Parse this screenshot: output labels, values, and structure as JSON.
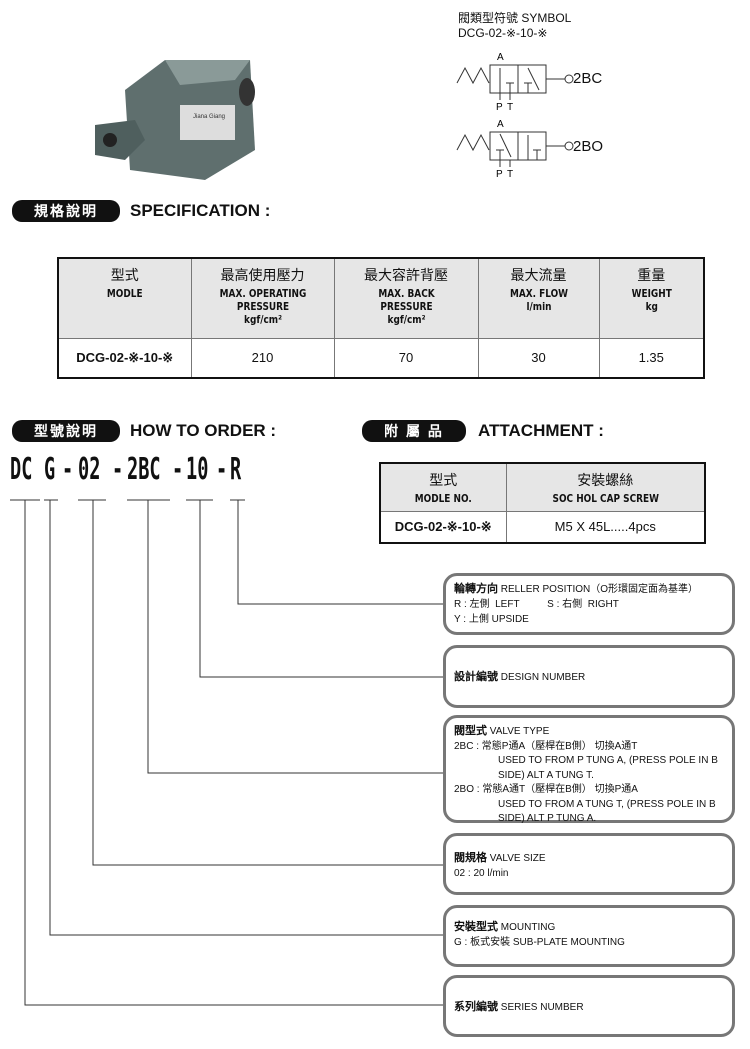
{
  "symbol": {
    "title": "閥類型符號 SYMBOL",
    "code": "DCG-02-※-10-※",
    "port_a": "A",
    "port_p": "P",
    "port_t": "T",
    "variants": [
      "2BC",
      "2BO"
    ]
  },
  "product_label": "Jiana Giang",
  "specification": {
    "pill": "規格說明",
    "title": "SPECIFICATION :",
    "headers": [
      {
        "zh": "型式",
        "en": [
          "MODLE"
        ]
      },
      {
        "zh": "最高使用壓力",
        "en": [
          "MAX. OPERATING",
          "PRESSURE",
          "kgf/cm²"
        ]
      },
      {
        "zh": "最大容許背壓",
        "en": [
          "MAX. BACK",
          "PRESSURE",
          "kgf/cm²"
        ]
      },
      {
        "zh": "最大流量",
        "en": [
          "MAX. FLOW",
          "l/min"
        ]
      },
      {
        "zh": "重量",
        "en": [
          "WEIGHT",
          "kg"
        ]
      }
    ],
    "row": [
      "DCG-02-※-10-※",
      "210",
      "70",
      "30",
      "1.35"
    ]
  },
  "how_to_order": {
    "pill": "型號說明",
    "title": "HOW TO ORDER :",
    "code_parts": [
      "DC",
      "G",
      "-",
      "02",
      "-",
      "2BC",
      "-",
      "10",
      "-",
      "R"
    ]
  },
  "attachment": {
    "pill": "附 屬 品",
    "title": "ATTACHMENT :",
    "headers": [
      {
        "zh": "型式",
        "en": "MODLE NO."
      },
      {
        "zh": "安裝螺絲",
        "en": "SOC HOL CAP SCREW"
      }
    ],
    "row": [
      "DCG-02-※-10-※",
      "M5 X 45L.....4pcs"
    ]
  },
  "boxes": [
    {
      "title": "輪轉方向",
      "title_en": "RELLER POSITION（O形環固定面為基準）",
      "lines": [
        "R : 左側  LEFT          S : 右側  RIGHT",
        "Y : 上側  UPSIDE"
      ]
    },
    {
      "title": "設計編號",
      "title_en": "DESIGN NUMBER",
      "lines": []
    },
    {
      "title": "閥型式",
      "title_en": "VALVE TYPE",
      "lines": [
        "2BC : 常態P通A（壓桿在B側） 切換A通T",
        "USED TO FROM P TUNG A, (PRESS POLE IN B",
        "SIDE) ALT A TUNG T.",
        "2BO : 常態A通T（壓桿在B側） 切換P通A",
        "USED TO FROM A TUNG T, (PRESS POLE IN B",
        "SIDE) ALT P TUNG A."
      ]
    },
    {
      "title": "閥規格",
      "title_en": "VALVE SIZE",
      "lines": [
        "02 : 20 l/min"
      ]
    },
    {
      "title": "安裝型式",
      "title_en": "MOUNTING",
      "lines": [
        "G : 板式安裝  SUB-PLATE MOUNTING"
      ]
    },
    {
      "title": "系列編號",
      "title_en": "SERIES NUMBER",
      "lines": []
    }
  ]
}
